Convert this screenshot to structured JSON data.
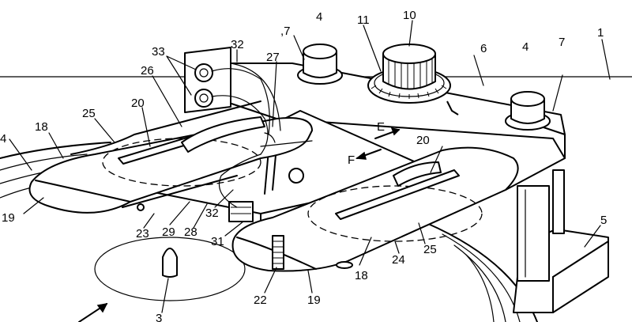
{
  "figure": {
    "callouts": [
      {
        "id": "ref-1",
        "text": "1"
      },
      {
        "id": "ref-3",
        "text": "3"
      },
      {
        "id": "ref-4-left",
        "text": "4"
      },
      {
        "id": "ref-4-center",
        "text": "4"
      },
      {
        "id": "ref-4-right",
        "text": "4"
      },
      {
        "id": "ref-5",
        "text": "5"
      },
      {
        "id": "ref-6",
        "text": "6"
      },
      {
        "id": "ref-7-left",
        "text": ",7"
      },
      {
        "id": "ref-7-right",
        "text": "7"
      },
      {
        "id": "ref-10",
        "text": "10"
      },
      {
        "id": "ref-11",
        "text": "11"
      },
      {
        "id": "ref-18-left",
        "text": "18"
      },
      {
        "id": "ref-18-right",
        "text": "18"
      },
      {
        "id": "ref-19-left",
        "text": "19"
      },
      {
        "id": "ref-19-right",
        "text": "19"
      },
      {
        "id": "ref-20-left",
        "text": "20"
      },
      {
        "id": "ref-20-right",
        "text": "20"
      },
      {
        "id": "ref-22",
        "text": "22"
      },
      {
        "id": "ref-23",
        "text": "23"
      },
      {
        "id": "ref-24",
        "text": "24"
      },
      {
        "id": "ref-25-left",
        "text": "25"
      },
      {
        "id": "ref-25-right",
        "text": "25"
      },
      {
        "id": "ref-26",
        "text": "26"
      },
      {
        "id": "ref-27",
        "text": "27"
      },
      {
        "id": "ref-28",
        "text": "28"
      },
      {
        "id": "ref-29",
        "text": "29"
      },
      {
        "id": "ref-31",
        "text": "31"
      },
      {
        "id": "ref-32-top",
        "text": "32"
      },
      {
        "id": "ref-32-bottom",
        "text": "32"
      },
      {
        "id": "ref-33",
        "text": "33"
      },
      {
        "id": "ref-E",
        "text": "E"
      },
      {
        "id": "ref-F",
        "text": "F"
      }
    ]
  }
}
